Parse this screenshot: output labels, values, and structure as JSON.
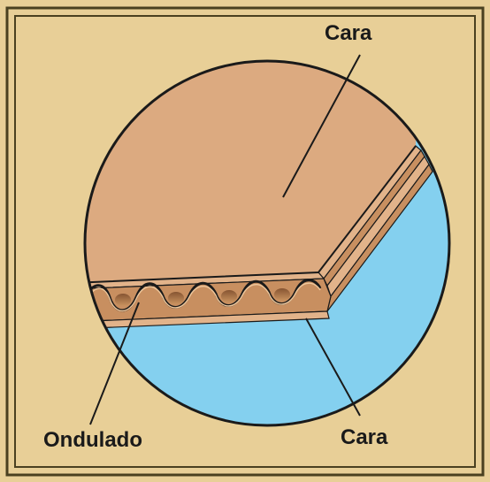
{
  "diagram": {
    "labels": {
      "top_face": "Cara",
      "bottom_face": "Cara",
      "flute": "Ondulado"
    },
    "colors": {
      "background": "#e8cf97",
      "frame_border": "#4a4020",
      "sky": "#84d0ef",
      "board_face": "#dcaa80",
      "board_edge": "#c68e60",
      "flute_shadow": "#a8724a",
      "outline": "#1a1a1a"
    }
  }
}
